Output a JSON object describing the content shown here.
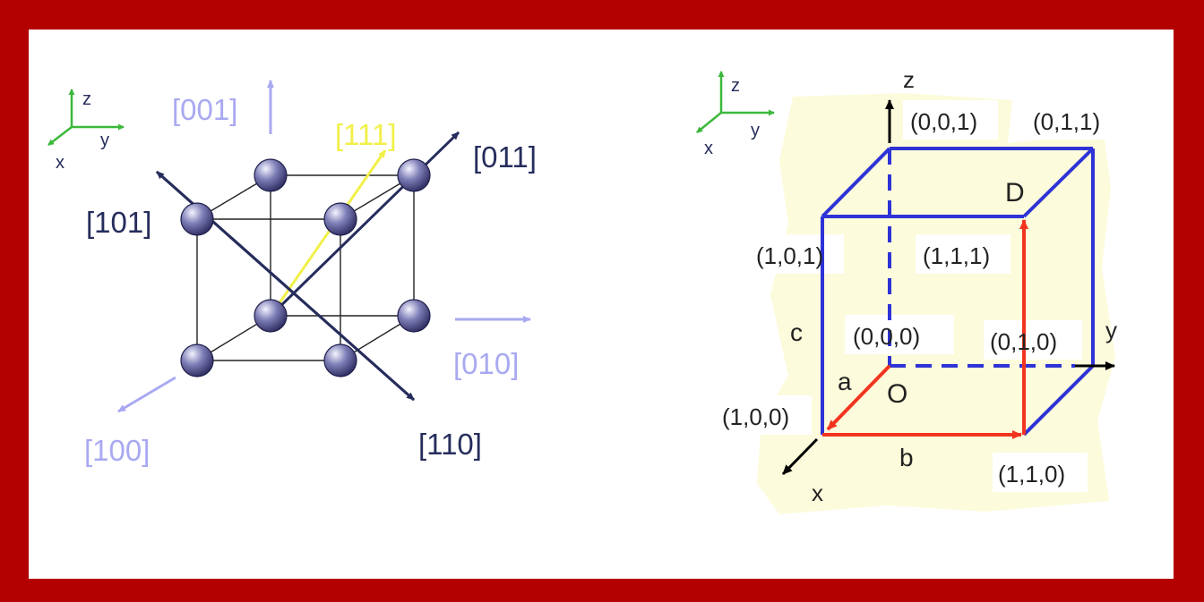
{
  "colors": {
    "frame": "#b30000",
    "panel": "#ffffff",
    "light_label": "#a9a9f2",
    "dark_label": "#262d5c",
    "highlight": "#f2f04a",
    "axis_green": "#3cb83c",
    "cube_blue": "#2e33d6",
    "vector_red": "#f2341e",
    "backdrop": "#fcfbdc"
  },
  "left_diagram": {
    "axes_triad": {
      "z": "z",
      "y": "y",
      "x": "x"
    },
    "directions": {
      "d001": "[001]",
      "d111": "[111]",
      "d011": "[011]",
      "d101": "[101]",
      "d010": "[010]",
      "d100": "[100]",
      "d110": "[110]"
    }
  },
  "right_diagram": {
    "axes_triad": {
      "z": "z",
      "y": "y",
      "x": "x"
    },
    "axis_labels": {
      "z": "z",
      "y": "y",
      "x": "x"
    },
    "vertices": {
      "v001": "(0,0,1)",
      "v011": "(0,1,1)",
      "v101": "(1,0,1)",
      "v111": "(1,1,1)",
      "v000": "(0,0,0)",
      "v010": "(0,1,0)",
      "v100": "(1,0,0)",
      "v110": "(1,1,0)"
    },
    "point_labels": {
      "D": "D",
      "O": "O"
    },
    "edge_labels": {
      "a": "a",
      "b": "b",
      "c": "c"
    }
  }
}
